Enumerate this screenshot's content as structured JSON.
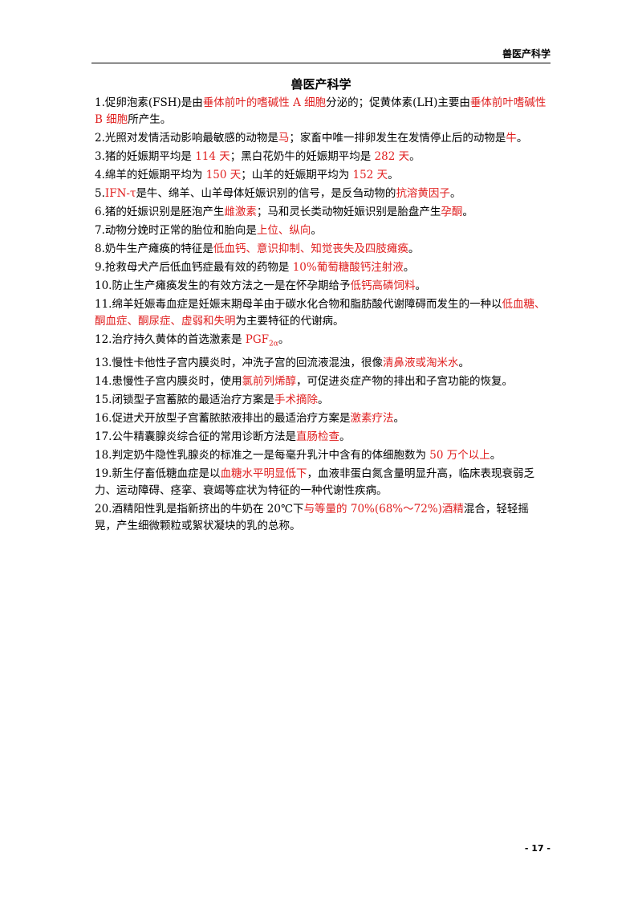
{
  "header": {
    "running_title": "兽医产科学"
  },
  "title": "兽医产科学",
  "items": [
    {
      "num": "1.",
      "segments": [
        {
          "text": "促卵泡素(FSH)是由",
          "red": false
        },
        {
          "text": "垂体前叶的嗜碱性 A 细胞",
          "red": true
        },
        {
          "text": "分泌的；促黄体素(LH)主要由",
          "red": false
        },
        {
          "text": "垂体前叶嗜碱性 B 细胞",
          "red": true
        },
        {
          "text": "所产生。",
          "red": false
        }
      ]
    },
    {
      "num": "2.",
      "segments": [
        {
          "text": "光照对发情活动影响最敏感的动物是",
          "red": false
        },
        {
          "text": "马",
          "red": true
        },
        {
          "text": "；家畜中唯一排卵发生在发情停止后的动物是",
          "red": false
        },
        {
          "text": "牛",
          "red": true
        },
        {
          "text": "。",
          "red": false
        }
      ]
    },
    {
      "num": "3.",
      "segments": [
        {
          "text": "猪的妊娠期平均是 ",
          "red": false
        },
        {
          "text": "114 天",
          "red": true
        },
        {
          "text": "；黑白花奶牛的妊娠期平均是 ",
          "red": false
        },
        {
          "text": "282 天",
          "red": true
        },
        {
          "text": "。",
          "red": false
        }
      ]
    },
    {
      "num": "4.",
      "segments": [
        {
          "text": "绵羊的妊娠期平均为 ",
          "red": false
        },
        {
          "text": "150 天",
          "red": true
        },
        {
          "text": "；山羊的妊娠期平均为 ",
          "red": false
        },
        {
          "text": "152 天",
          "red": true
        },
        {
          "text": "。",
          "red": false
        }
      ]
    },
    {
      "num": "5.",
      "segments": [
        {
          "text": "IFN-τ",
          "red": true
        },
        {
          "text": "是牛、绵羊、山羊母体妊娠识别的信号，是反刍动物的",
          "red": false
        },
        {
          "text": "抗溶黄因子",
          "red": true
        },
        {
          "text": "。",
          "red": false
        }
      ]
    },
    {
      "num": "6.",
      "segments": [
        {
          "text": "猪的妊娠识别是胚泡产生",
          "red": false
        },
        {
          "text": "雌激素",
          "red": true
        },
        {
          "text": "；马和灵长类动物妊娠识别是胎盘产生",
          "red": false
        },
        {
          "text": "孕酮",
          "red": true
        },
        {
          "text": "。",
          "red": false
        }
      ]
    },
    {
      "num": "7.",
      "segments": [
        {
          "text": "动物分娩时正常的胎位和胎向是",
          "red": false
        },
        {
          "text": "上位、纵向",
          "red": true
        },
        {
          "text": "。",
          "red": false
        }
      ]
    },
    {
      "num": "8.",
      "segments": [
        {
          "text": "奶牛生产瘫痪的特征是",
          "red": false
        },
        {
          "text": "低血钙、意识抑制、知觉丧失及四肢瘫痪",
          "red": true
        },
        {
          "text": "。",
          "red": false
        }
      ]
    },
    {
      "num": "9.",
      "segments": [
        {
          "text": "抢救母犬产后低血钙症最有效的药物是 ",
          "red": false
        },
        {
          "text": "10%葡萄糖酸钙注射液",
          "red": true
        },
        {
          "text": "。",
          "red": false
        }
      ]
    },
    {
      "num": "10.",
      "segments": [
        {
          "text": "防止生产瘫痪发生的有效方法之一是在怀孕期给予",
          "red": false
        },
        {
          "text": "低钙高磷饲料",
          "red": true
        },
        {
          "text": "。",
          "red": false
        }
      ]
    },
    {
      "num": "11.",
      "segments": [
        {
          "text": "绵羊妊娠毒血症是妊娠末期母羊由于碳水化合物和脂肪酸代谢障碍而发生的一种以",
          "red": false
        },
        {
          "text": "低血糖、酮血症、酮尿症、虚弱和失明",
          "red": true
        },
        {
          "text": "为主要特征的代谢病。",
          "red": false
        }
      ]
    },
    {
      "num": "12.",
      "segments": [
        {
          "text": "治疗持久黄体的首选激素是 ",
          "red": false
        },
        {
          "text": "PGF",
          "red": true
        },
        {
          "text": "2α",
          "red": true,
          "sub": true
        },
        {
          "text": "。",
          "red": false
        }
      ]
    },
    {
      "num": "13.",
      "segments": [
        {
          "text": "慢性卡他性子宫内膜炎时，冲洗子宫的回流液混浊，很像",
          "red": false
        },
        {
          "text": "清鼻液或淘米水",
          "red": true
        },
        {
          "text": "。",
          "red": false
        }
      ]
    },
    {
      "num": "14.",
      "segments": [
        {
          "text": "患慢性子宫内膜炎时，使用",
          "red": false
        },
        {
          "text": "氯前列烯醇",
          "red": true
        },
        {
          "text": "，可促进炎症产物的排出和子宫功能的恢复。",
          "red": false
        }
      ]
    },
    {
      "num": "15.",
      "segments": [
        {
          "text": "闭锁型子宫蓄脓的最适治疗方案是",
          "red": false
        },
        {
          "text": "手术摘除",
          "red": true
        },
        {
          "text": "。",
          "red": false
        }
      ]
    },
    {
      "num": "16.",
      "segments": [
        {
          "text": "促进犬开放型子宫蓄脓脓液排出的最适治疗方案是",
          "red": false
        },
        {
          "text": "激素疗法",
          "red": true
        },
        {
          "text": "。",
          "red": false
        }
      ]
    },
    {
      "num": "17.",
      "segments": [
        {
          "text": "公牛精囊腺炎综合征的常用诊断方法是",
          "red": false
        },
        {
          "text": "直肠检查",
          "red": true
        },
        {
          "text": "。",
          "red": false
        }
      ]
    },
    {
      "num": "18.",
      "segments": [
        {
          "text": "判定奶牛隐性乳腺炎的标准之一是每毫升乳汁中含有的体细胞数为 ",
          "red": false
        },
        {
          "text": "50 万个以上",
          "red": true
        },
        {
          "text": "。",
          "red": false
        }
      ]
    },
    {
      "num": "19.",
      "segments": [
        {
          "text": "新生仔畜低糖血症是以",
          "red": false
        },
        {
          "text": "血糖水平明显低下",
          "red": true
        },
        {
          "text": "，血液非蛋白氮含量明显升高，临床表现衰弱乏力、运动障碍、痉挛、衰竭等症状为特征的一种代谢性疾病。",
          "red": false
        }
      ]
    },
    {
      "num": "20.",
      "segments": [
        {
          "text": "酒精阳性乳是指新挤出的牛奶在 20℃下",
          "red": false
        },
        {
          "text": "与等量的 70%(68%～72%)酒精",
          "red": true
        },
        {
          "text": "混合，轻轻摇晃，产生细微颗粒或絮状凝块的乳的总称。",
          "red": false
        }
      ]
    }
  ],
  "footer": {
    "page_number": "- 17 -"
  },
  "colors": {
    "highlight": "#e02020",
    "text": "#000000"
  }
}
